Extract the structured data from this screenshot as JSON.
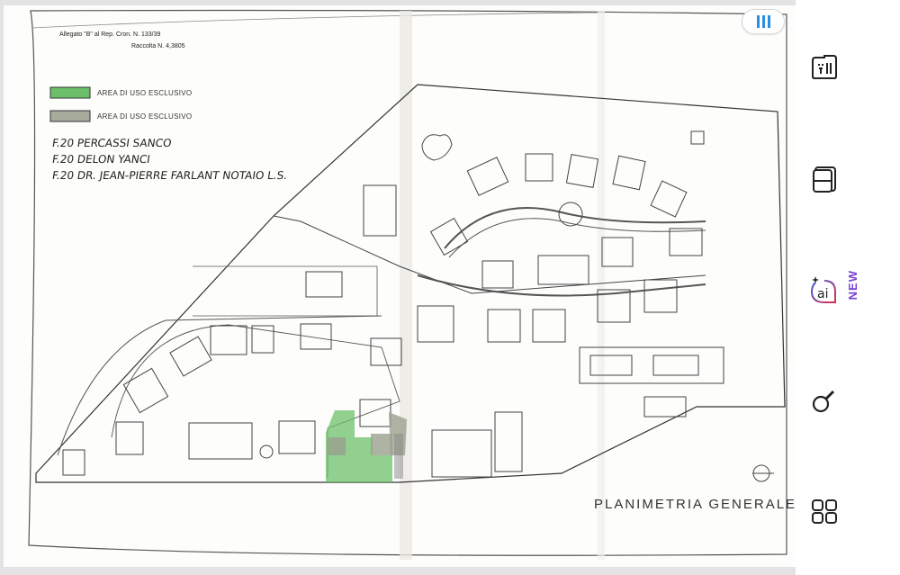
{
  "document": {
    "header_line1": "Allegato \"B\" al Rep. Cron. N. 133/39",
    "header_line2": "Raccolta N. 4,3805",
    "title": "PLANIMETRIA GENERALE"
  },
  "legend": {
    "items": [
      {
        "label": "AREA DI USO ESCLUSIVO",
        "color": "#6cc06a",
        "pattern": "solid"
      },
      {
        "label": "AREA DI USO ESCLUSIVO",
        "color": "#9aa08f",
        "pattern": "hatched"
      }
    ]
  },
  "owners": [
    "F.20 PERCASSI SANCO",
    "F.20 DELON YANCI",
    "F.20 DR. JEAN-PIERRE FARLANT NOTAIO L.S."
  ],
  "viewer": {
    "scroll_handle_icon": "scroll-handle-icon"
  },
  "toolbar": {
    "items": [
      {
        "name": "organize-pages",
        "icon": "folder-pages-icon"
      },
      {
        "name": "view-mode",
        "icon": "book-view-icon"
      },
      {
        "name": "ai-assistant",
        "icon": "ai-icon",
        "badge": "NEW"
      },
      {
        "name": "search",
        "icon": "search-icon"
      },
      {
        "name": "all-tools",
        "icon": "grid-icon"
      }
    ]
  },
  "colors": {
    "accent_blue": "#2a8fe0",
    "new_badge": "#7a3fd6",
    "green_area": "#6cc06a"
  }
}
